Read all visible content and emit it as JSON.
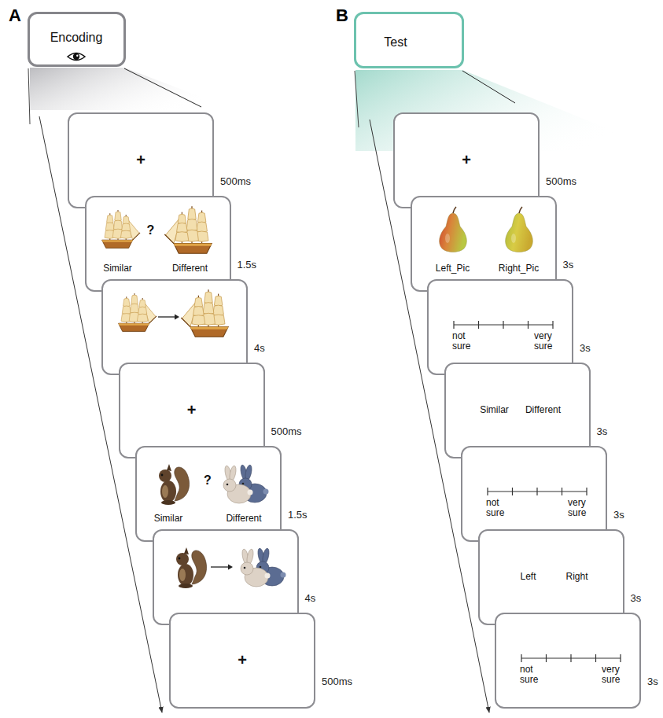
{
  "diagram": {
    "nodes": [
      {
        "text": [
          "Encoding"
        ]
      },
      {
        "text": [
          "+"
        ]
      },
      {
        "text": [
          "?",
          "Similar",
          "Different"
        ]
      },
      {
        "text": [
          "+"
        ]
      },
      {
        "text": [
          "?",
          "Similar",
          "Different"
        ]
      },
      {
        "text": [
          "+"
        ]
      },
      {
        "text": [
          "Test"
        ]
      },
      {
        "text": [
          "+"
        ]
      },
      {
        "text": [
          "Left_Pic",
          "Right_Pic"
        ]
      },
      {
        "text": [
          "not sure",
          "very sure"
        ]
      },
      {
        "text": [
          "Similar",
          "Different"
        ]
      },
      {
        "text": [
          "not sure",
          "very sure"
        ]
      },
      {
        "text": [
          "Left",
          "Right"
        ]
      },
      {
        "text": [
          "not sure",
          "very sure"
        ]
      }
    ],
    "labels": [
      "A",
      "500ms",
      "1.5s",
      "4s",
      "500ms",
      "1.5s",
      "4s",
      "500ms",
      "B",
      "500ms",
      "3s",
      "3s",
      "3s",
      "3s",
      "3s",
      "3s"
    ]
  }
}
